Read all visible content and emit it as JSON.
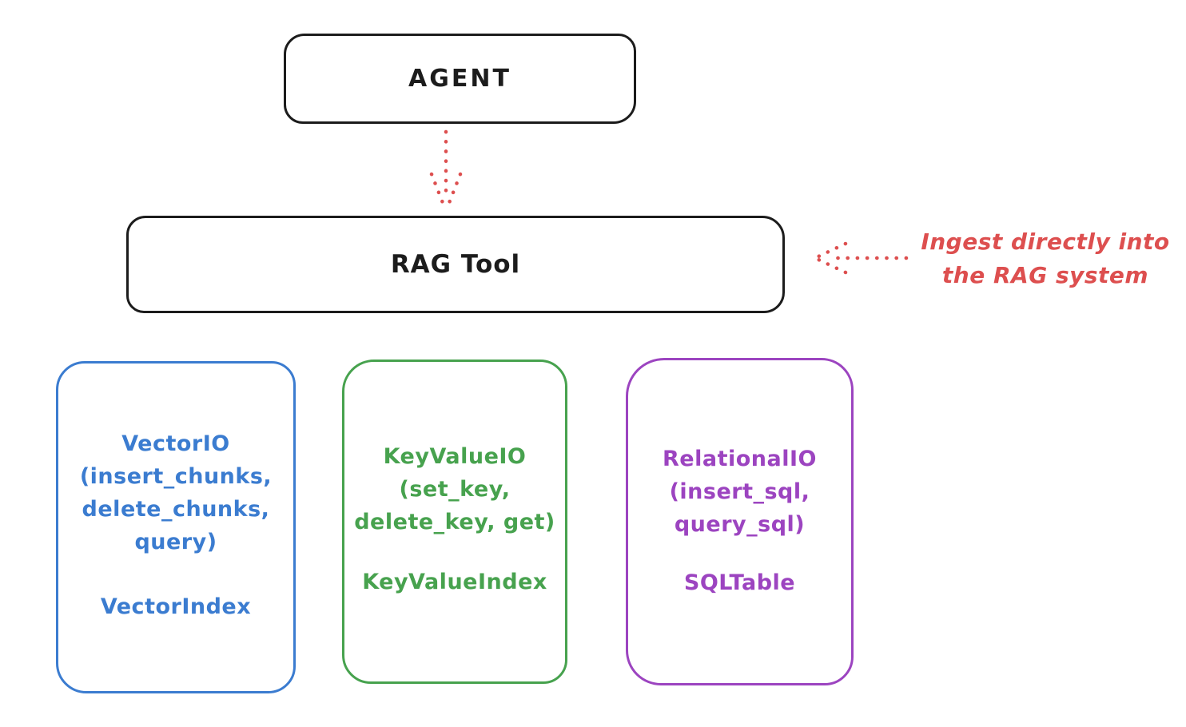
{
  "colors": {
    "ink": "#1c1c1c",
    "red": "#dd4f4f",
    "blue": "#3b7cd0",
    "green": "#47a24e",
    "purple": "#9c44c0",
    "background": "#ffffff"
  },
  "agent": {
    "label": "AGENT"
  },
  "rag_tool": {
    "label": "RAG Tool"
  },
  "annotation": {
    "line1": "Ingest directly into",
    "line2": "the RAG system"
  },
  "arrows": [
    {
      "name": "agent-to-rag-tool",
      "style": "dotted",
      "direction": "down",
      "color": "#dd4f4f"
    },
    {
      "name": "ingest-into-rag",
      "style": "dotted",
      "direction": "left",
      "color": "#dd4f4f"
    }
  ],
  "io_boxes": [
    {
      "id": "vector-io",
      "color": "#3b7cd0",
      "lines": [
        "VectorIO",
        "(insert_chunks,",
        "delete_chunks,",
        "query)"
      ],
      "index": "VectorIndex"
    },
    {
      "id": "keyvalue-io",
      "color": "#47a24e",
      "lines": [
        "KeyValueIO",
        "(set_key,",
        "delete_key, get)"
      ],
      "index": "KeyValueIndex"
    },
    {
      "id": "relational-io",
      "color": "#9c44c0",
      "lines": [
        "RelationalIO",
        "(insert_sql,",
        "query_sql)"
      ],
      "index": "SQLTable"
    }
  ]
}
